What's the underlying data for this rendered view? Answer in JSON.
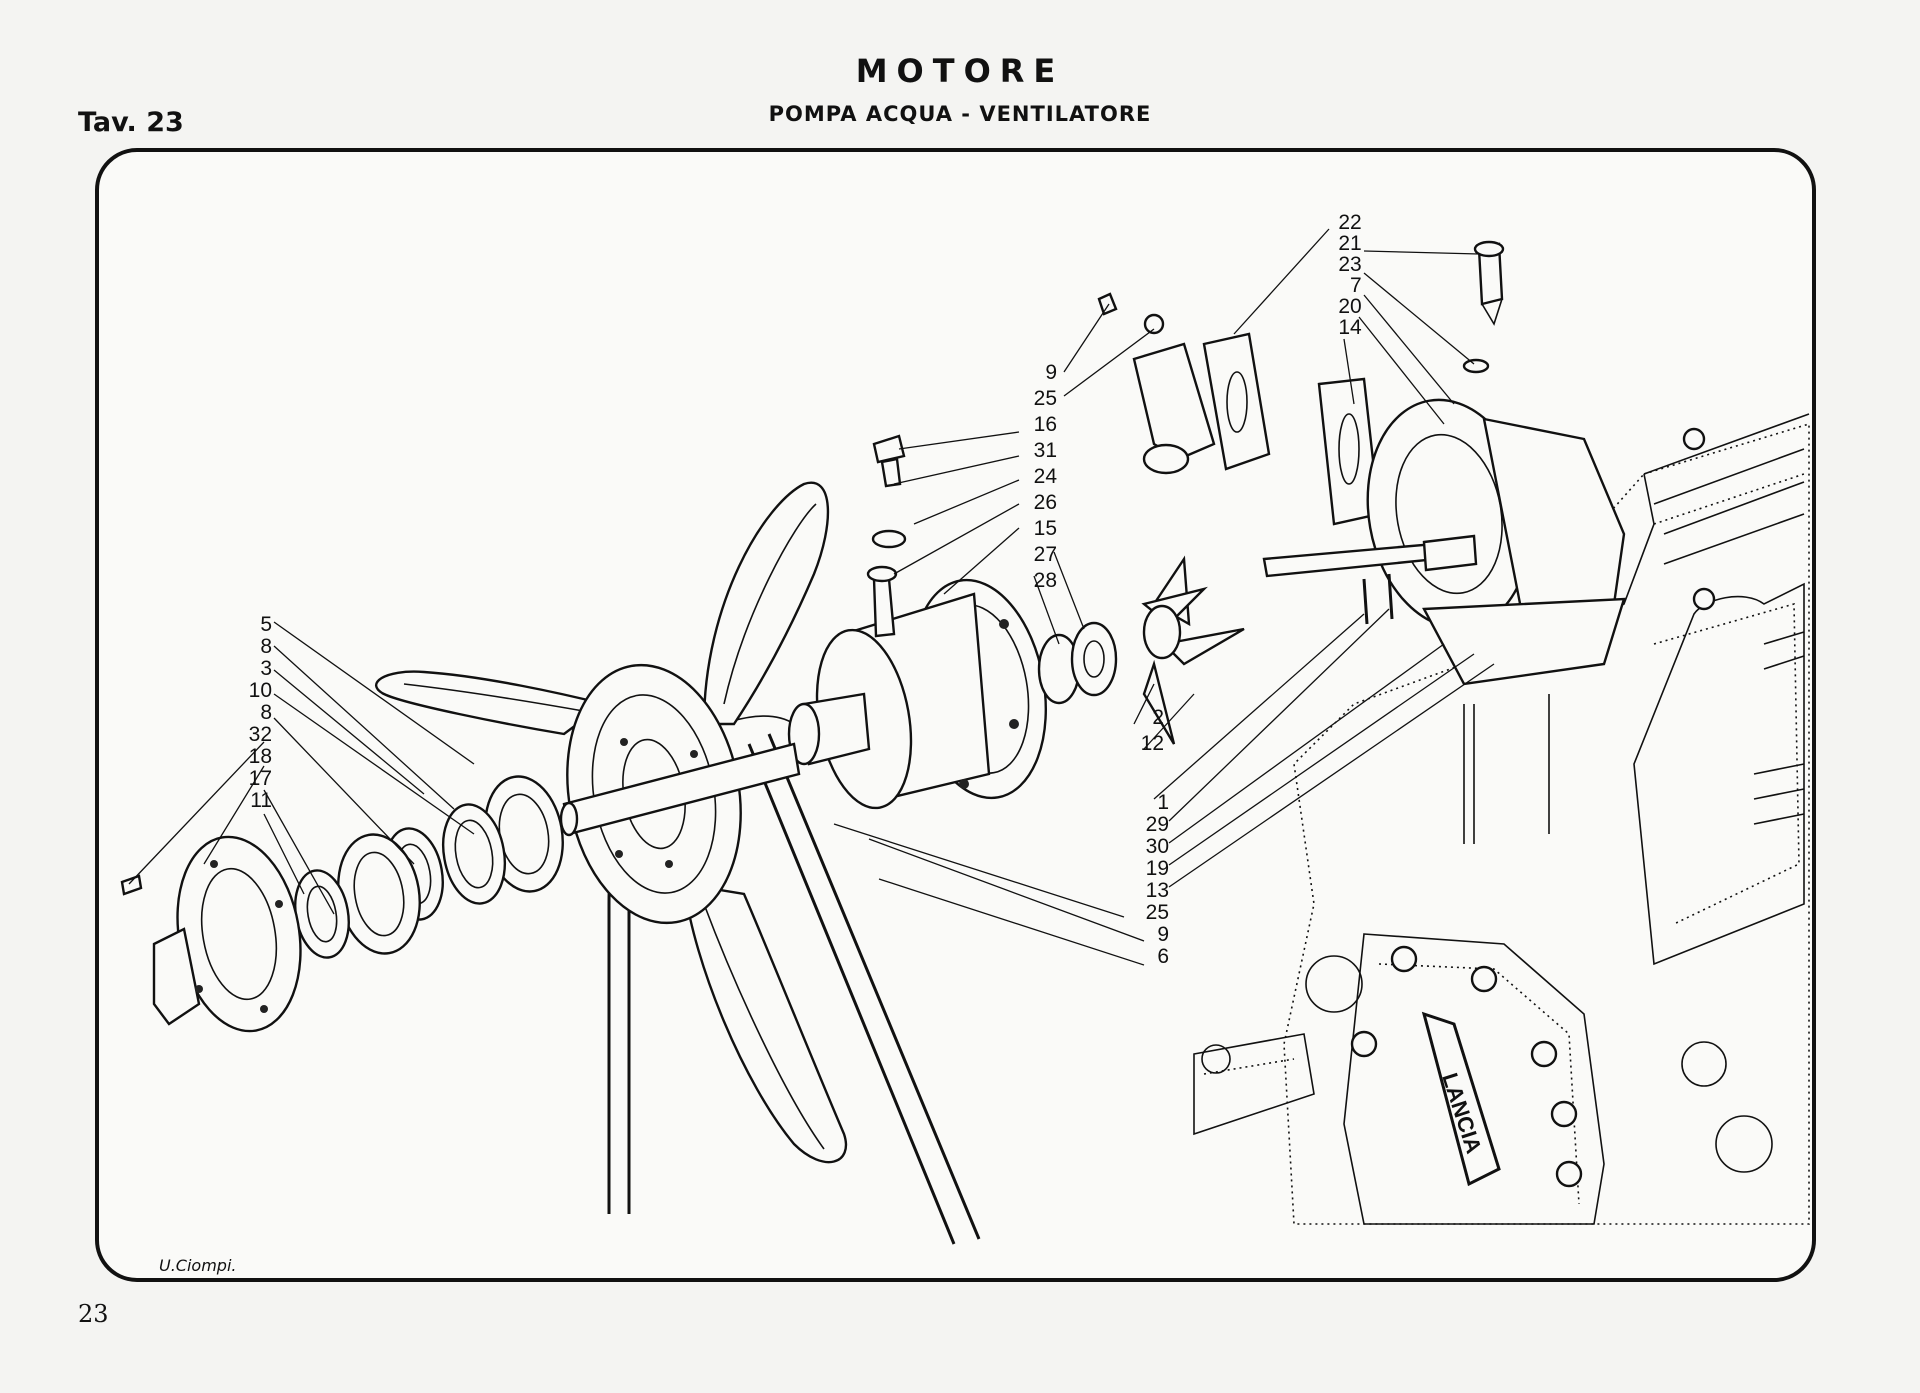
{
  "header": {
    "title": "MOTORE",
    "subtitle": "POMPA ACQUA - VENTILATORE",
    "plate": "Tav. 23"
  },
  "footer": {
    "page_number": "23",
    "signature": "U.Ciompi."
  },
  "engine_badge": "LANCIA",
  "callouts": {
    "top_right": [
      "22",
      "21",
      "23",
      "7",
      "20",
      "14"
    ],
    "center_top": [
      "9",
      "25",
      "16",
      "31",
      "24",
      "26",
      "15",
      "27",
      "28"
    ],
    "impeller": [
      "2",
      "12"
    ],
    "right_lower": [
      "1",
      "29",
      "30",
      "19",
      "13",
      "25",
      "9",
      "6"
    ],
    "left": [
      "5",
      "8",
      "3",
      "10",
      "8",
      "32",
      "18",
      "17",
      "11"
    ]
  }
}
